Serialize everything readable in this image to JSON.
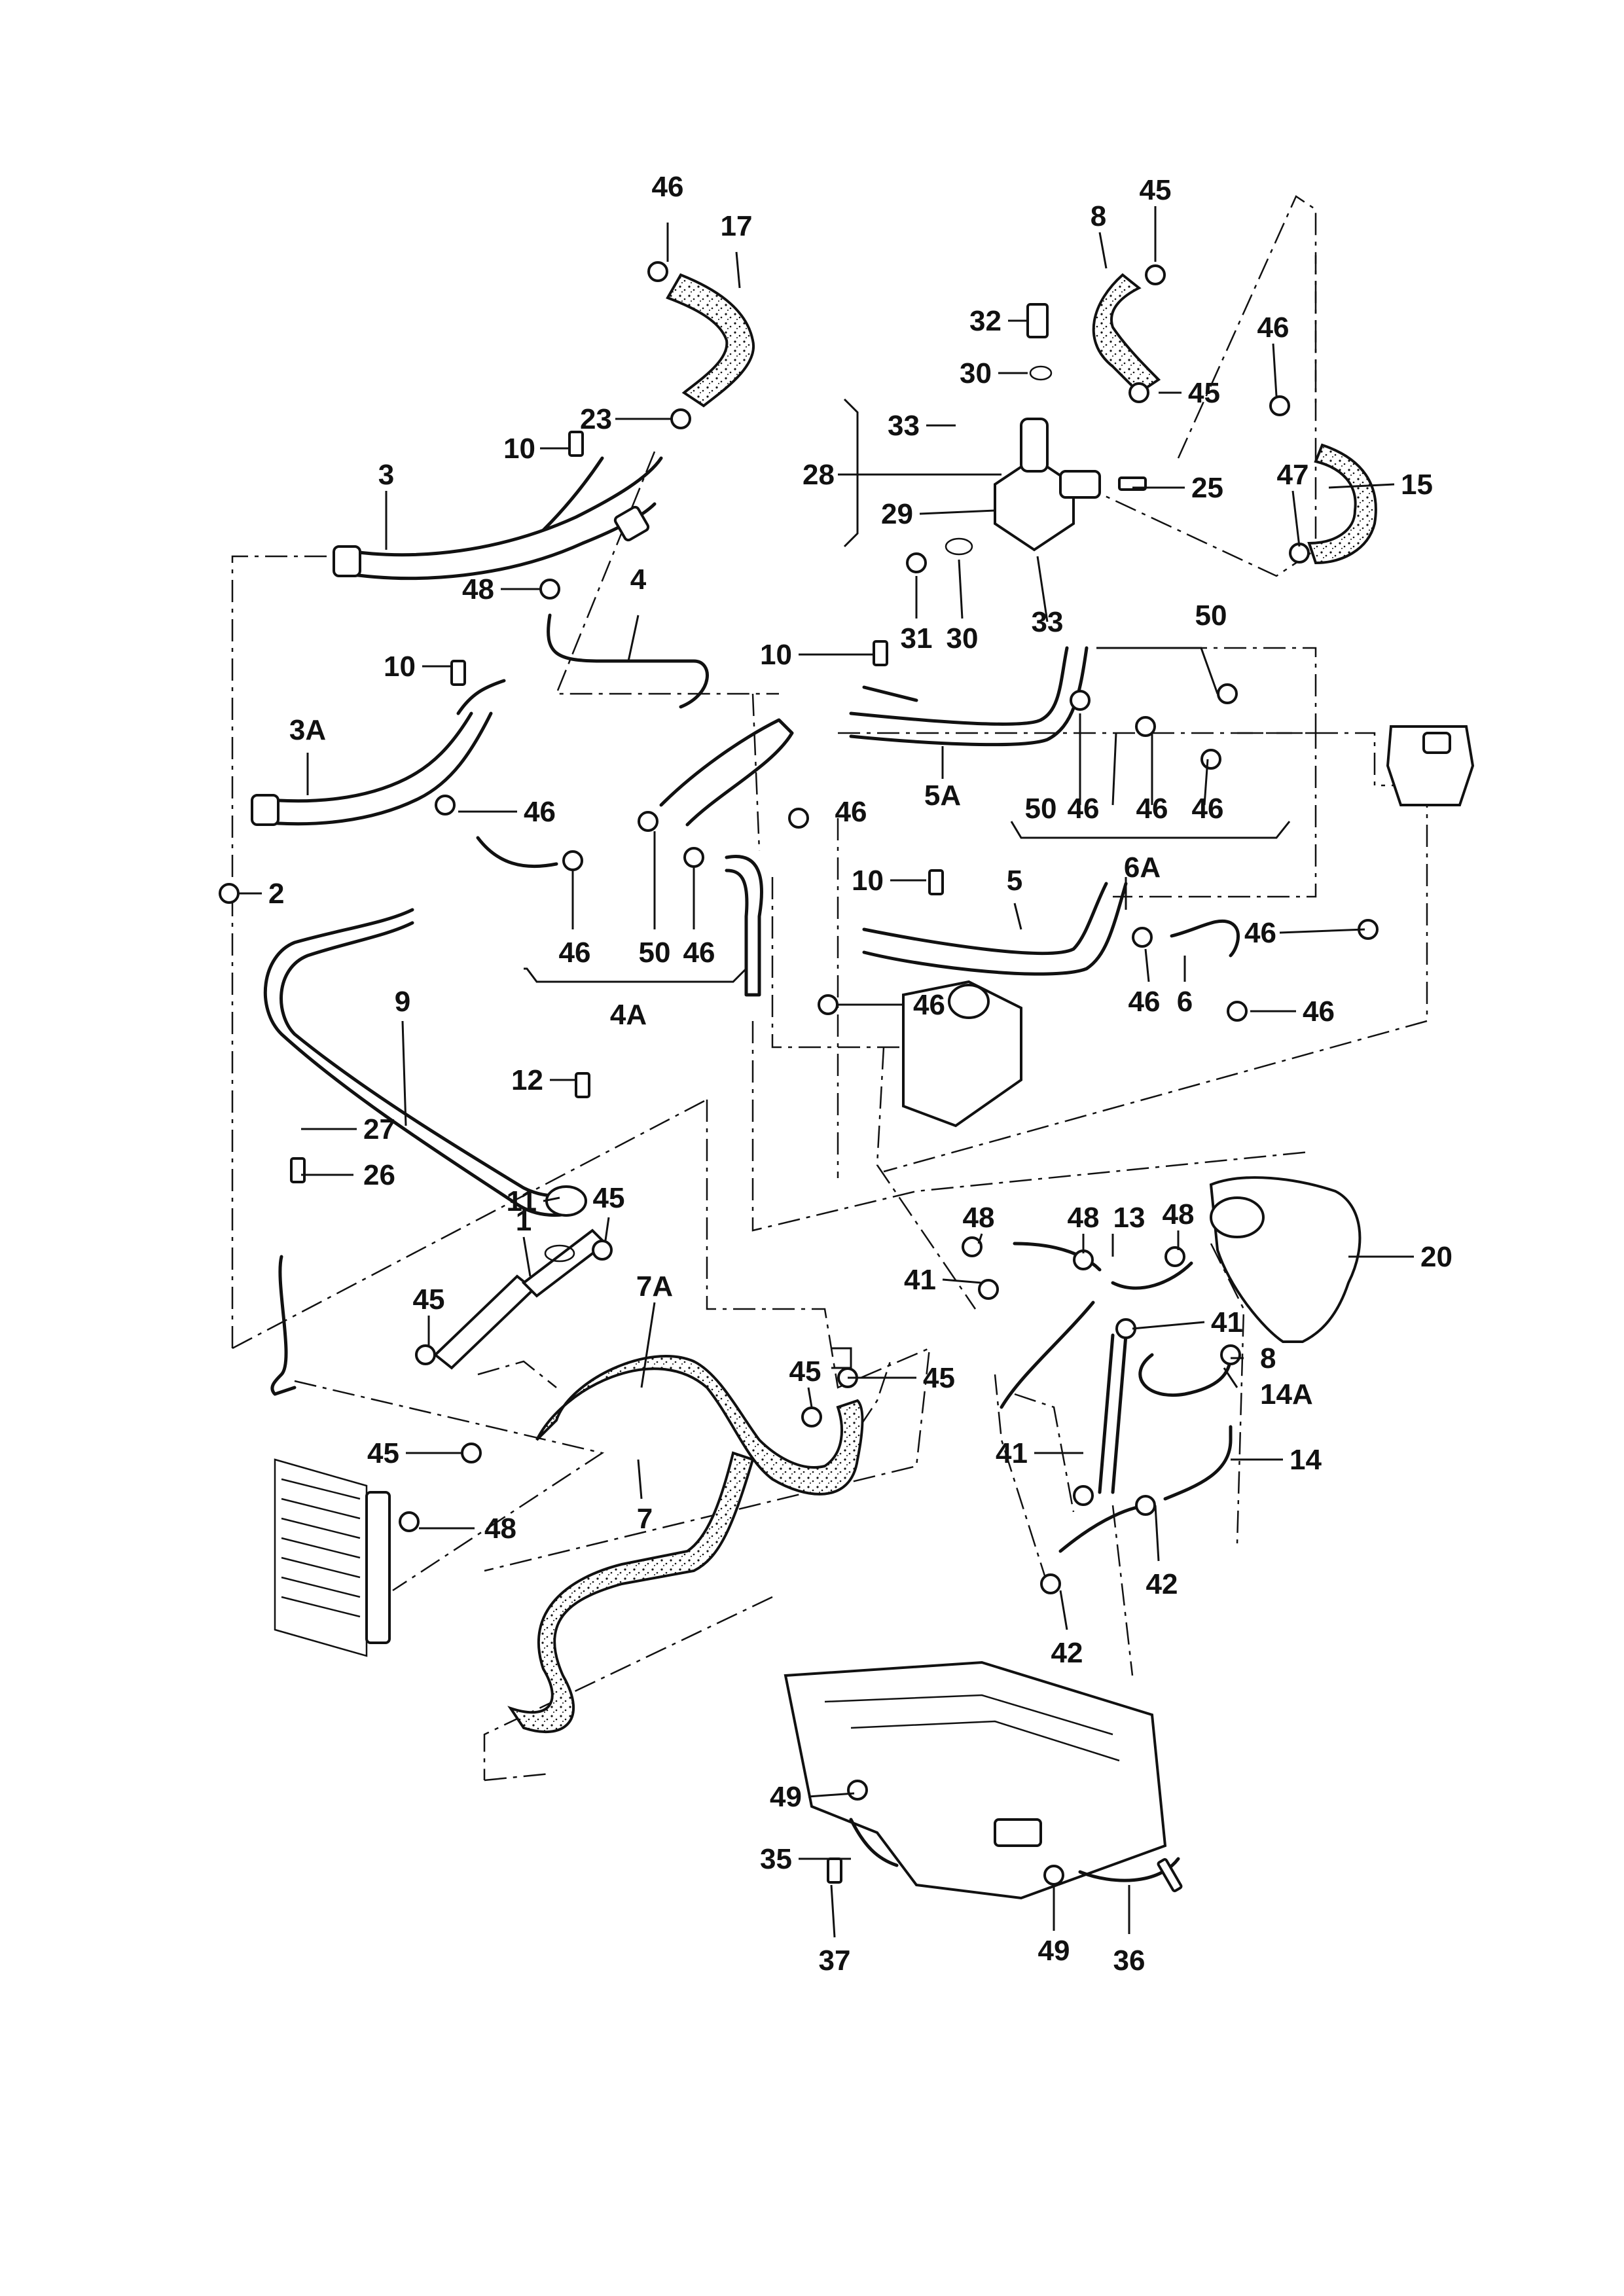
{
  "diagram": {
    "labels": {
      "l46a": "46",
      "l17": "17",
      "l23": "23",
      "l10a": "10",
      "l3": "3",
      "l48a": "48",
      "l4": "4",
      "l10b": "10",
      "l3A": "3A",
      "l46b": "46",
      "l2": "2",
      "l46c": "46",
      "l50a": "50",
      "l46d": "46",
      "l4A": "4A",
      "l9": "9",
      "l12": "12",
      "l27": "27",
      "l26": "26",
      "l11": "11",
      "l1": "1",
      "l45a": "45",
      "l45b": "45",
      "l7A": "7A",
      "l45c": "45",
      "l45d": "45",
      "l45e": "45",
      "l48b": "48",
      "l7": "7",
      "l45f": "45",
      "l8a": "8",
      "l45g": "45",
      "l32": "32",
      "l30a": "30",
      "l33a": "33",
      "l28": "28",
      "l29": "29",
      "l25": "25",
      "l46e": "46",
      "l47": "47",
      "l15": "15",
      "l31": "31",
      "l30b": "30",
      "l33b": "33",
      "l10c": "10",
      "l50b": "50",
      "l5A": "5A",
      "l46f": "46",
      "l50c": "50",
      "l46g": "46",
      "l46h": "46",
      "l46i": "46",
      "l10d": "10",
      "l5": "5",
      "l6A": "6A",
      "l46j": "46",
      "l46k": "46",
      "l6": "6",
      "l46l": "46",
      "l46m": "46",
      "l48c": "48",
      "l48d": "48",
      "l48e": "48",
      "l13": "13",
      "l20": "20",
      "l41a": "41",
      "l41b": "41",
      "l8b": "8",
      "l14A": "14A",
      "l41c": "41",
      "l14": "14",
      "l42a": "42",
      "l42b": "42",
      "l49a": "49",
      "l35": "35",
      "l37": "37",
      "l49b": "49",
      "l36": "36"
    }
  }
}
